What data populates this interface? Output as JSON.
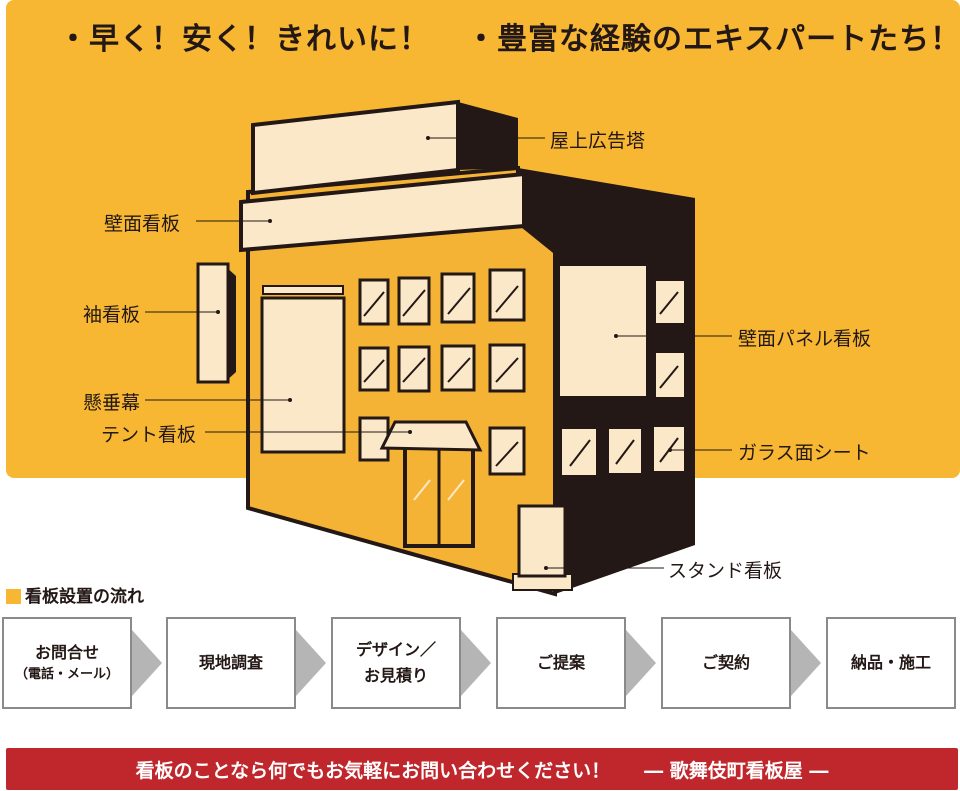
{
  "headline": {
    "part1": "・早く！安く！きれいに！",
    "part2": "・豊富な経験のエキスパートたち！"
  },
  "labels": {
    "rooftop": "屋上広告塔",
    "wall_sign": "壁面看板",
    "projecting": "袖看板",
    "banner": "懸垂幕",
    "tent": "テント看板",
    "panel": "壁面パネル看板",
    "glass": "ガラス面シート",
    "stand": "スタンド看板"
  },
  "flow": {
    "title": "看板設置の流れ",
    "steps": [
      {
        "line1": "お問合せ",
        "line2": "（電話・メール）"
      },
      {
        "line1": "現地調査",
        "line2": ""
      },
      {
        "line1": "デザイン／",
        "line2": "お見積り"
      },
      {
        "line1": "ご提案",
        "line2": ""
      },
      {
        "line1": "ご契約",
        "line2": ""
      },
      {
        "line1": "納品・施工",
        "line2": ""
      }
    ]
  },
  "footer": {
    "message": "看板のことなら何でもお気軽にお問い合わせください！",
    "shop": "― 歌舞伎町看板屋 ―"
  },
  "colors": {
    "panel": "#f7b733",
    "building": "#f5b335",
    "dark": "#231815",
    "sign": "#fbe8c8",
    "footer": "#c0272d"
  }
}
